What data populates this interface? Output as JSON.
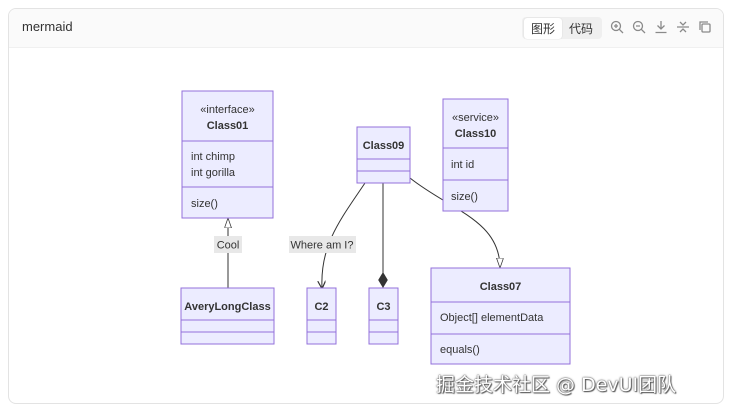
{
  "header": {
    "title": "mermaid",
    "tabs": [
      {
        "label": "图形",
        "active": true
      },
      {
        "label": "代码",
        "active": false
      }
    ],
    "tools": [
      "zoom-in-icon",
      "zoom-out-icon",
      "download-icon",
      "collapse-icon",
      "copy-icon"
    ]
  },
  "diagram": {
    "colors": {
      "fill": "#ECECFF",
      "stroke": "#9370DB",
      "line": "#333333",
      "label_bg": "#e8e8e8"
    },
    "classes": {
      "class01": {
        "stereotype": "«interface»",
        "name": "Class01",
        "attributes": [
          "int chimp",
          "int gorilla"
        ],
        "methods": [
          "size()"
        ]
      },
      "class09": {
        "name": "Class09",
        "attributes": [],
        "methods": []
      },
      "class10": {
        "stereotype": "«service»",
        "name": "Class10",
        "attributes": [
          "int id"
        ],
        "methods": [
          "size()"
        ]
      },
      "averylongclass": {
        "name": "AveryLongClass",
        "attributes": [],
        "methods": []
      },
      "c2": {
        "name": "C2",
        "attributes": [],
        "methods": []
      },
      "c3": {
        "name": "C3",
        "attributes": [],
        "methods": []
      },
      "class07": {
        "name": "Class07",
        "attributes": [
          "Object[] elementData"
        ],
        "methods": [
          "equals()"
        ]
      }
    },
    "relations": [
      {
        "from": "averylongclass",
        "to": "class01",
        "type": "realization",
        "label": "Cool"
      },
      {
        "from": "class09",
        "to": "c2",
        "type": "association",
        "label": "Where am I?"
      },
      {
        "from": "class09",
        "to": "c3",
        "type": "composition",
        "label": ""
      },
      {
        "from": "class09",
        "to": "class07",
        "type": "inheritance",
        "label": ""
      }
    ]
  },
  "watermark": "掘金技术社区 @ DevUI团队"
}
